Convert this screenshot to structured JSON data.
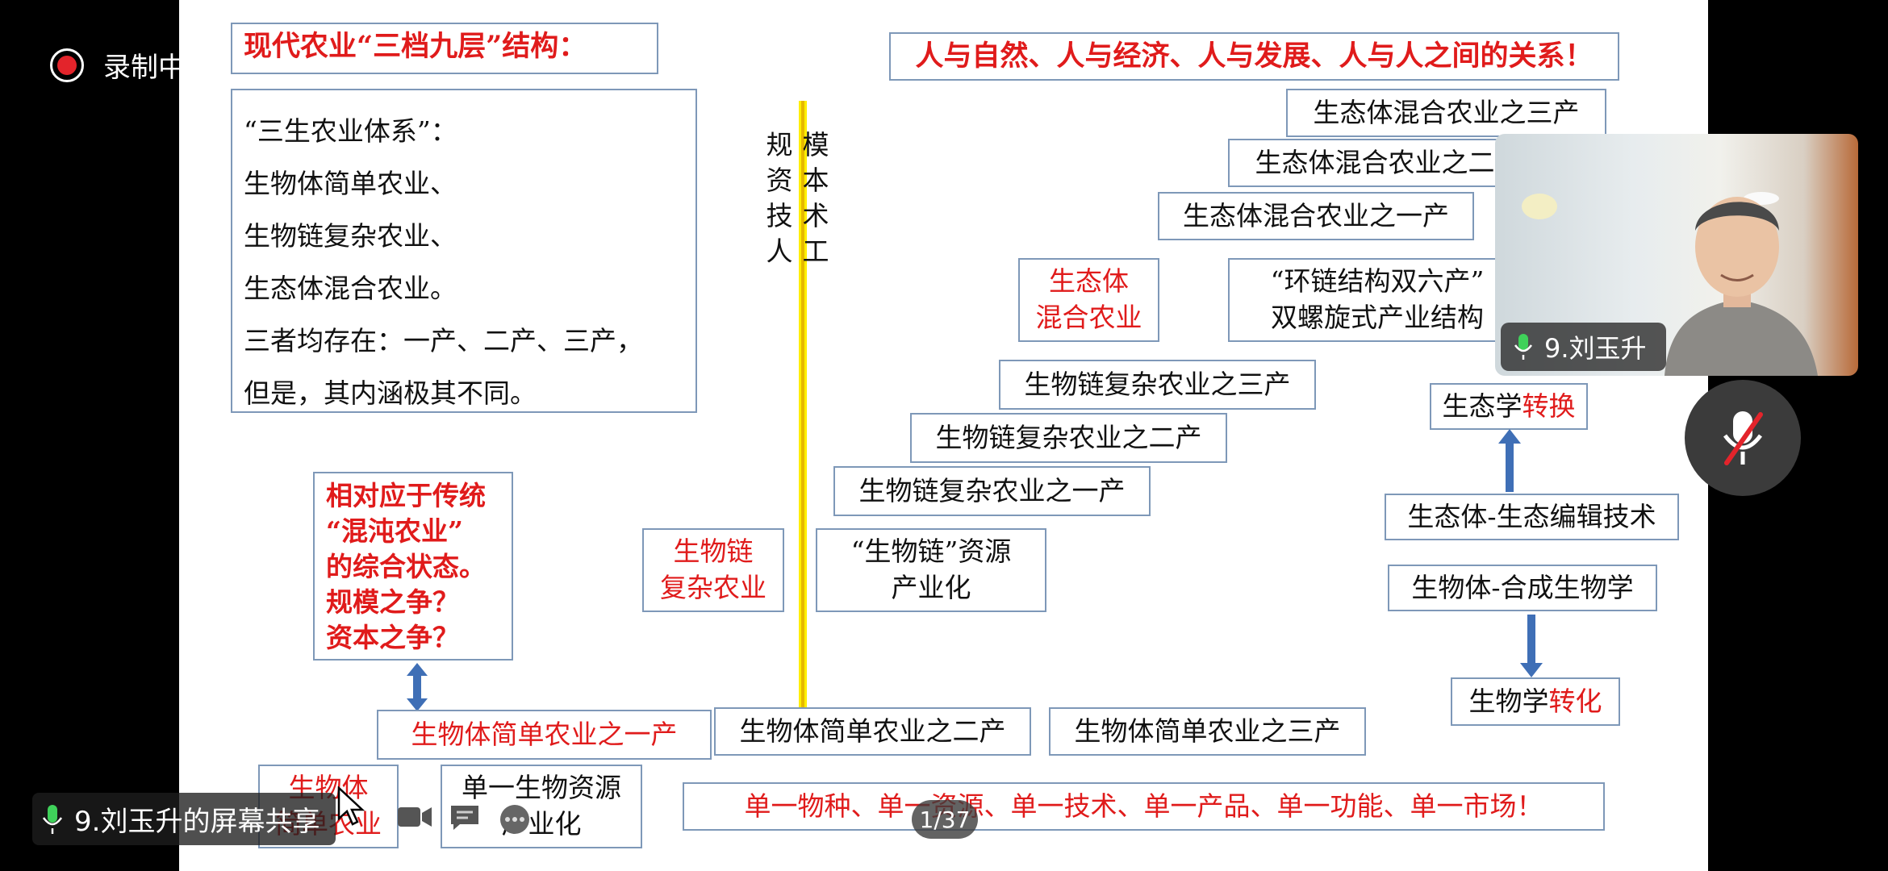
{
  "recording": {
    "label": "录制中"
  },
  "slide": {
    "title": "现代农业“三档九层”结构：",
    "top_banner": "人与自然、人与经济、人与发展、人与人之间的关系！",
    "intro_box": [
      "“三生农业体系”：",
      "生物体简单农业、",
      "生物链复杂农业、",
      "生态体混合农业。",
      "三者均存在：一产、二产、三产，",
      "但是，其内涵极其不同。"
    ],
    "axis_left": [
      "规",
      "资",
      "技",
      "人"
    ],
    "axis_right": [
      "模",
      "本",
      "术",
      "工"
    ],
    "eco_levels": [
      "生态体混合农业之三产",
      "生态体混合农业之二产",
      "生态体混合农业之一产"
    ],
    "eco_label": [
      "生态体",
      "混合农业"
    ],
    "ring_chain": [
      "“环链结构双六产”",
      "双螺旋式产业结构"
    ],
    "chain_levels": [
      "生物链复杂农业之三产",
      "生物链复杂农业之二产",
      "生物链复杂农业之一产"
    ],
    "chain_label": [
      "生物链",
      "复杂农业"
    ],
    "chain_resource": [
      "“生物链”资源",
      "产业化"
    ],
    "traditional": [
      "相对应于传统",
      "“混沌农业”",
      "的综合状态。",
      "规模之争？",
      "资本之争？"
    ],
    "simple_1": "生物体简单农业之一产",
    "simple_2": "生物体简单农业之二产",
    "simple_3": "生物体简单农业之三产",
    "simple_label": [
      "生物体",
      "简单农业"
    ],
    "single_resource": [
      "单一生物资源",
      "产业化"
    ],
    "bottom_banner": "单一物种、单一资源、单一技术、单一产品、单一功能、单一市场！",
    "ecology_transform": {
      "a": "生态学",
      "b": "转换"
    },
    "eco_edit": "生态体-生态编辑技术",
    "synbio": "生物体-合成生物学",
    "biology_transform": {
      "a": "生物学",
      "b": "转化"
    }
  },
  "video": {
    "participant_name": "9.刘玉升"
  },
  "share": {
    "label": "9.刘玉升的屏幕共享"
  },
  "page_indicator": "1/37",
  "colors": {
    "accent_red": "#e01b1b",
    "box_border": "#7e98b8",
    "axis_yellow": "#ffef00",
    "arrow_blue": "#3f6fb6"
  }
}
